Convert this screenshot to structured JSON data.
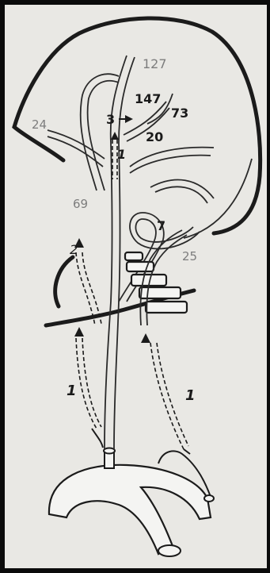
{
  "labels": {
    "l127": "127",
    "l147": "147",
    "l73": "73",
    "l3": "3",
    "l20": "20",
    "l24": "24",
    "l1_top": "1",
    "l69": "69",
    "l2": "2",
    "l7": "7",
    "l25": "25",
    "l1_left": "1",
    "l1_right": "1"
  },
  "colors": {
    "paper": "#e9e8e4",
    "ink": "#1b1b1b",
    "vessel_fill": "#f4f4f2",
    "grey_text": "#7d7d7d"
  }
}
